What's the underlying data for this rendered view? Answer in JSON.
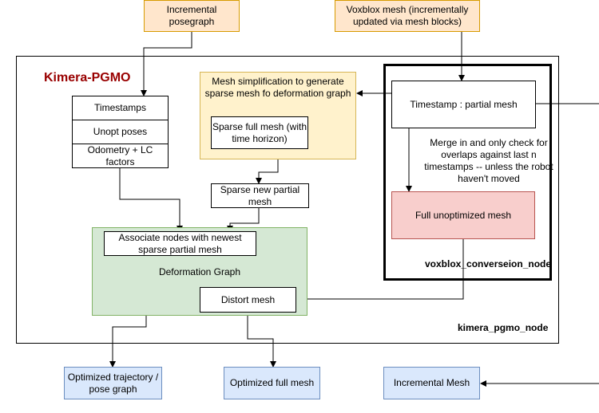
{
  "inputs": {
    "incremental_posegraph": "Incremental posegraph",
    "voxblox_mesh": "Voxblox mesh (incrementally updated via mesh blocks)"
  },
  "kimera_pgmo_node": {
    "title": "Kimera-PGMO",
    "label": "kimera_pgmo_node",
    "posegraph_fields": {
      "timestamps": "Timestamps",
      "unopt_poses": "Unopt poses",
      "factors": "Odometry + LC factors"
    },
    "mesh_simplification": {
      "label": "Mesh simplification to generate sparse mesh fo deformation graph",
      "inner": "Sparse full mesh (with time horizon)"
    },
    "sparse_new_partial_mesh": "Sparse new partial mesh",
    "deformation_graph": {
      "label": "Deformation Graph",
      "associate": "Associate nodes with newest sparse partial mesh",
      "distort": "Distort mesh"
    }
  },
  "voxblox_conversion_node": {
    "label": "voxblox_converseion_node",
    "timestamp_partial_mesh": "Timestamp : partial mesh",
    "merge_note": "Merge in and only check for overlaps against last n timestamps -- unless the robot haven't moved",
    "full_unoptimized_mesh": "Full unoptimized mesh"
  },
  "outputs": {
    "optimized_trajectory": "Optimized trajectory / pose graph",
    "optimized_full_mesh": "Optimized full mesh",
    "incremental_mesh": "Incremental Mesh"
  },
  "colors": {
    "title": "#990000",
    "input_fill": "#ffe6cc",
    "simplification_fill": "#fff2cc",
    "deformation_fill": "#d5e8d4",
    "unoptimized_fill": "#f8cecc",
    "output_fill": "#dae8fc"
  }
}
